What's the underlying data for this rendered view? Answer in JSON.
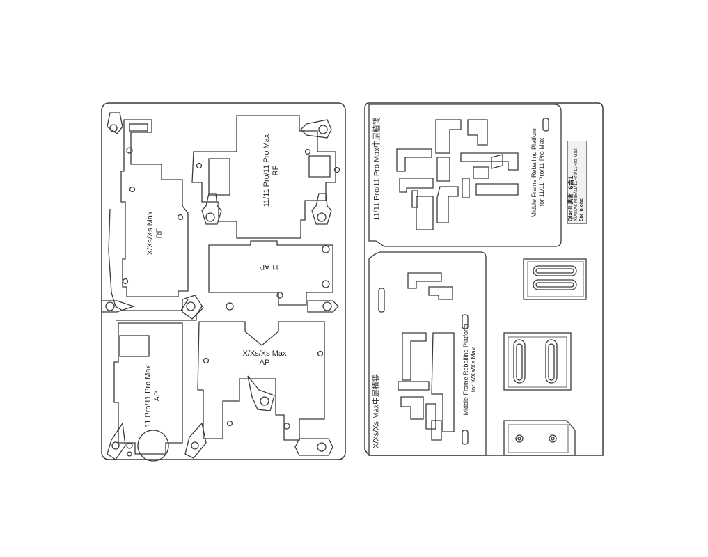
{
  "left_plate": {
    "rf_xxsmax": [
      "X/Xs/Xs Max",
      "RF"
    ],
    "rf_11": [
      "11/11 Pro/11 Pro Max",
      "RF"
    ],
    "ap_11": "11 AP",
    "ap_xxsmax": [
      "X/Xs/Xs Max",
      "AP"
    ],
    "ap_11promax": [
      "11 Pro/11 Pro Max",
      "AP"
    ]
  },
  "right_plate": {
    "top_title": "11/11 Pro/11 Pro Max中层植锡",
    "top_caption": [
      "Middle Frame Reballing Platform",
      "for 11/11 Pro/11 Pro Max"
    ],
    "bottom_title": "X/Xs/Xs Max中层植锡",
    "bottom_caption": [
      "Middle Frame Reballing Platform",
      "for X/Xs/Xs Max"
    ],
    "brand": {
      "logo": "Qianli 黑衡",
      "count": "6合1",
      "models": "X/Xs/Xs Max/11/11Pro/11Pro Max",
      "tagline": "Six in one"
    }
  }
}
